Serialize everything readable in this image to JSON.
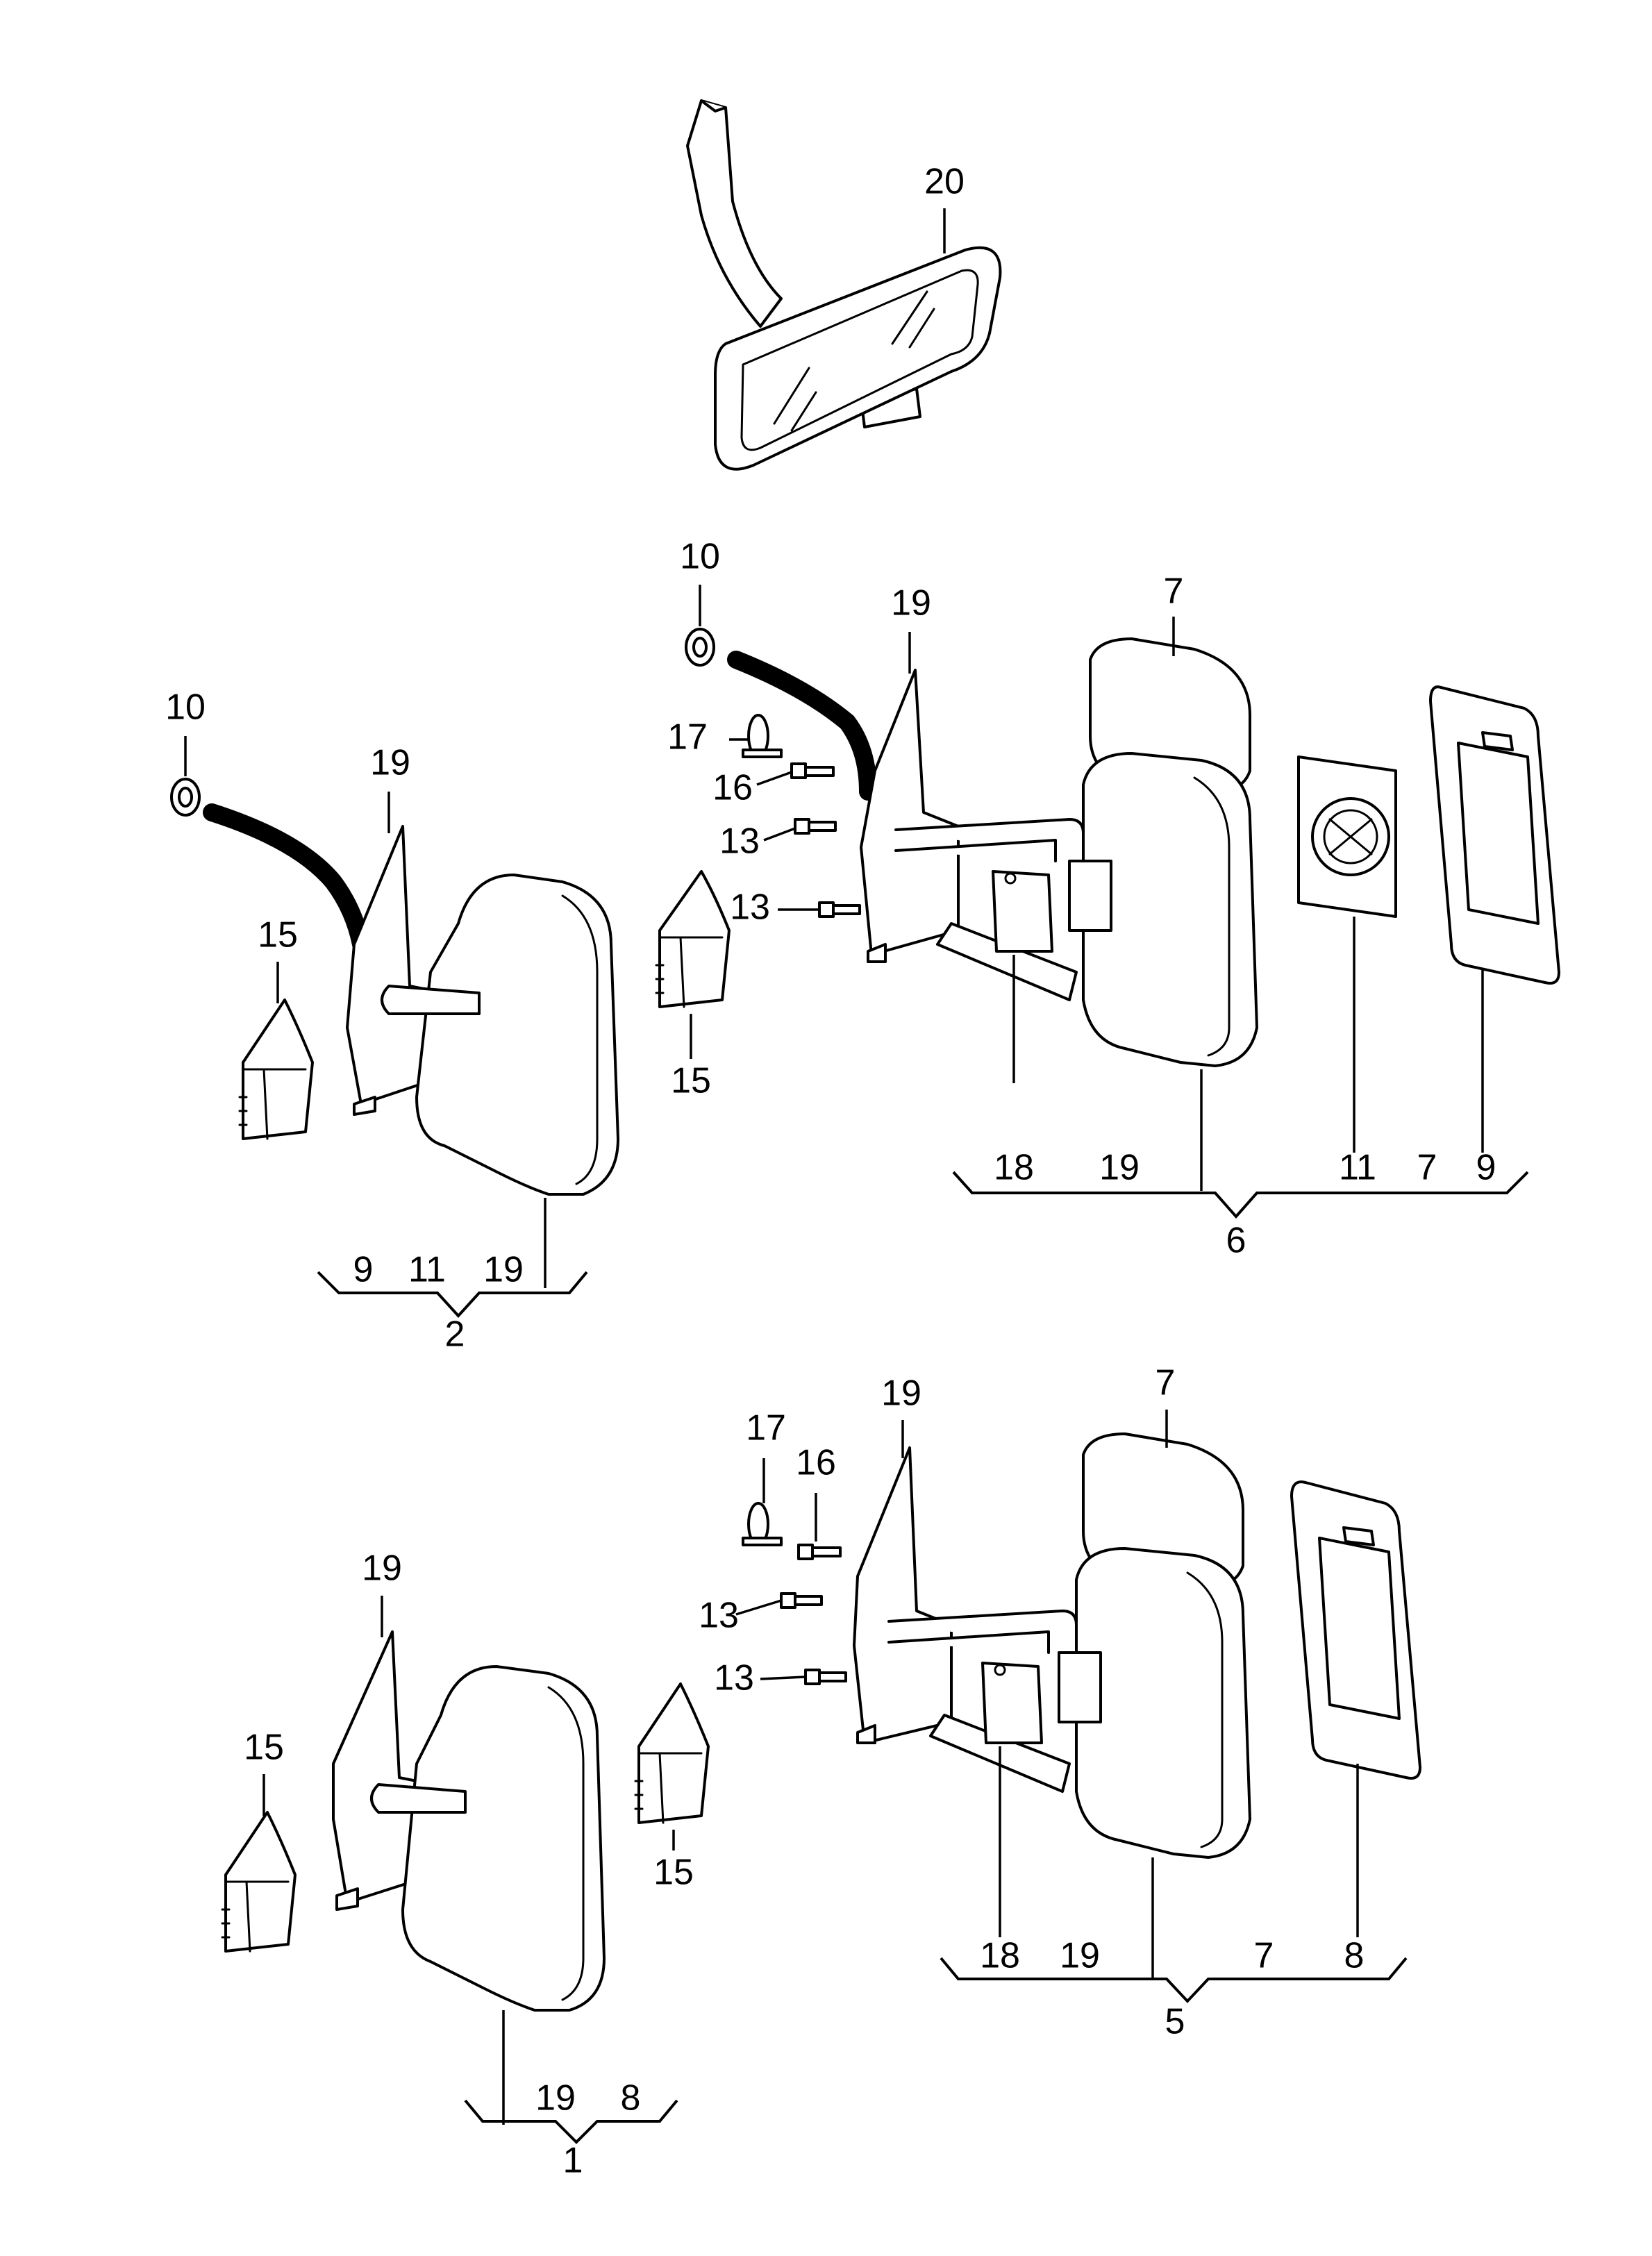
{
  "callouts": {
    "interior_mirror": "20",
    "left_mirror_top_cap": "10",
    "left_mirror_top_base": "19",
    "left_mirror_top_cover": "15",
    "right_mirror_top_cap": "10",
    "right_mirror_top_base": "19",
    "right_mirror_top_clip": "17",
    "right_mirror_top_screw16": "16",
    "right_mirror_top_screw13a": "13",
    "right_mirror_top_screw13b": "13",
    "right_mirror_top_cover": "15",
    "right_mirror_top_head": "7",
    "left_mirror_bottom_base": "19",
    "left_mirror_bottom_cover": "15",
    "right_mirror_bottom_base": "19",
    "right_mirror_bottom_clip": "17",
    "right_mirror_bottom_screw16": "16",
    "right_mirror_bottom_screw13a": "13",
    "right_mirror_bottom_screw13b": "13",
    "right_mirror_bottom_cover": "15",
    "right_mirror_bottom_head": "7"
  },
  "assemblies": {
    "assembly_2": {
      "number": "2",
      "items": [
        "9",
        "11",
        "19"
      ]
    },
    "assembly_6": {
      "number": "6",
      "items": [
        "18",
        "19",
        "11",
        "7",
        "9"
      ]
    },
    "assembly_1": {
      "number": "1",
      "items": [
        "19",
        "8"
      ]
    },
    "assembly_5": {
      "number": "5",
      "items": [
        "18",
        "19",
        "7",
        "8"
      ]
    }
  }
}
